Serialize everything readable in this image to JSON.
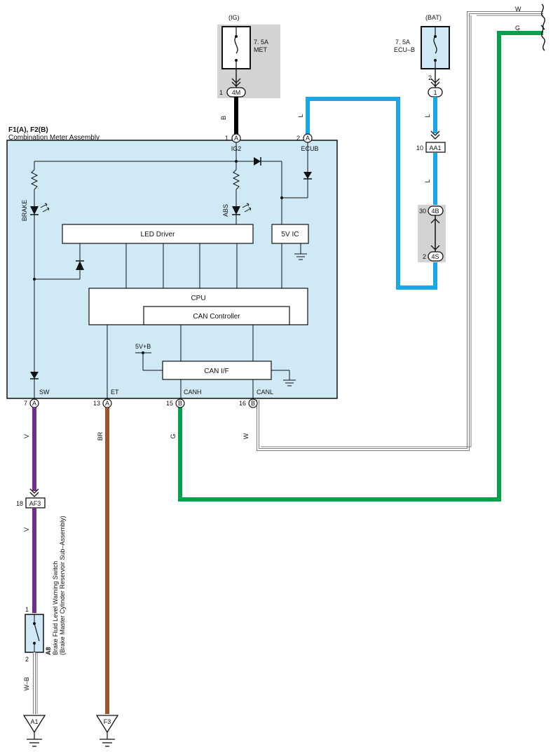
{
  "fuses": {
    "ig": {
      "source": "(IG)",
      "rating": "7. 5A",
      "name": "MET"
    },
    "bat": {
      "source": "(BAT)",
      "rating": "7. 5A",
      "name": "ECU–B"
    }
  },
  "connectors": {
    "met_out": {
      "pin": "1",
      "id": "4M"
    },
    "ecub_out": {
      "pin": "2",
      "id": "1"
    },
    "aa1": {
      "pin": "10",
      "id": "AA1"
    },
    "c4b": {
      "pin": "30",
      "id": "4B"
    },
    "c4s": {
      "pin": "2",
      "id": "4S"
    },
    "af3": {
      "pin": "18",
      "id": "AF3"
    }
  },
  "meter": {
    "title": "F1(A), F2(B)",
    "subtitle": "Combination Meter Assembly",
    "pins_top": [
      {
        "num": "1",
        "conn": "A",
        "label": "IG2"
      },
      {
        "num": "2",
        "conn": "A",
        "label": "ECUB"
      }
    ],
    "pins_bottom": [
      {
        "num": "7",
        "conn": "A",
        "label": "SW"
      },
      {
        "num": "13",
        "conn": "A",
        "label": "ET"
      },
      {
        "num": "15",
        "conn": "B",
        "label": "CANH"
      },
      {
        "num": "16",
        "conn": "B",
        "label": "CANL"
      }
    ],
    "blocks": {
      "led_driver": "LED Driver",
      "ic5v": "5V IC",
      "cpu": "CPU",
      "can_controller": "CAN Controller",
      "can_if": "CAN I/F",
      "supply": "5V+B"
    },
    "lamps": {
      "brake": "BRAKE",
      "abs": "ABS"
    }
  },
  "wires": {
    "b": "B",
    "l1": "L",
    "l2": "L",
    "l3": "L",
    "v1": "V",
    "v2": "V",
    "br": "BR",
    "g1": "G",
    "w1": "W",
    "wb": "W–B",
    "w_top": "W",
    "g_top": "G"
  },
  "colors": {
    "wire_black": "#000000",
    "wire_blue": "#1aa7e6",
    "wire_purple": "#6e2e8c",
    "wire_brown": "#a0522d",
    "wire_green": "#00a14b",
    "meter_fill": "#cfe9f6",
    "fuse_fill": "#d3d3d3",
    "switch_fill": "#cfe9f6"
  },
  "switch": {
    "code": "A8",
    "name": "Brake Fluid Level Warning Switch",
    "sub": "(Brake Master Cylinder Reservoir Sub–Assembly)",
    "pin_top": "1",
    "pin_bottom": "2"
  },
  "grounds": {
    "a1": "A1",
    "f3": "F3"
  }
}
